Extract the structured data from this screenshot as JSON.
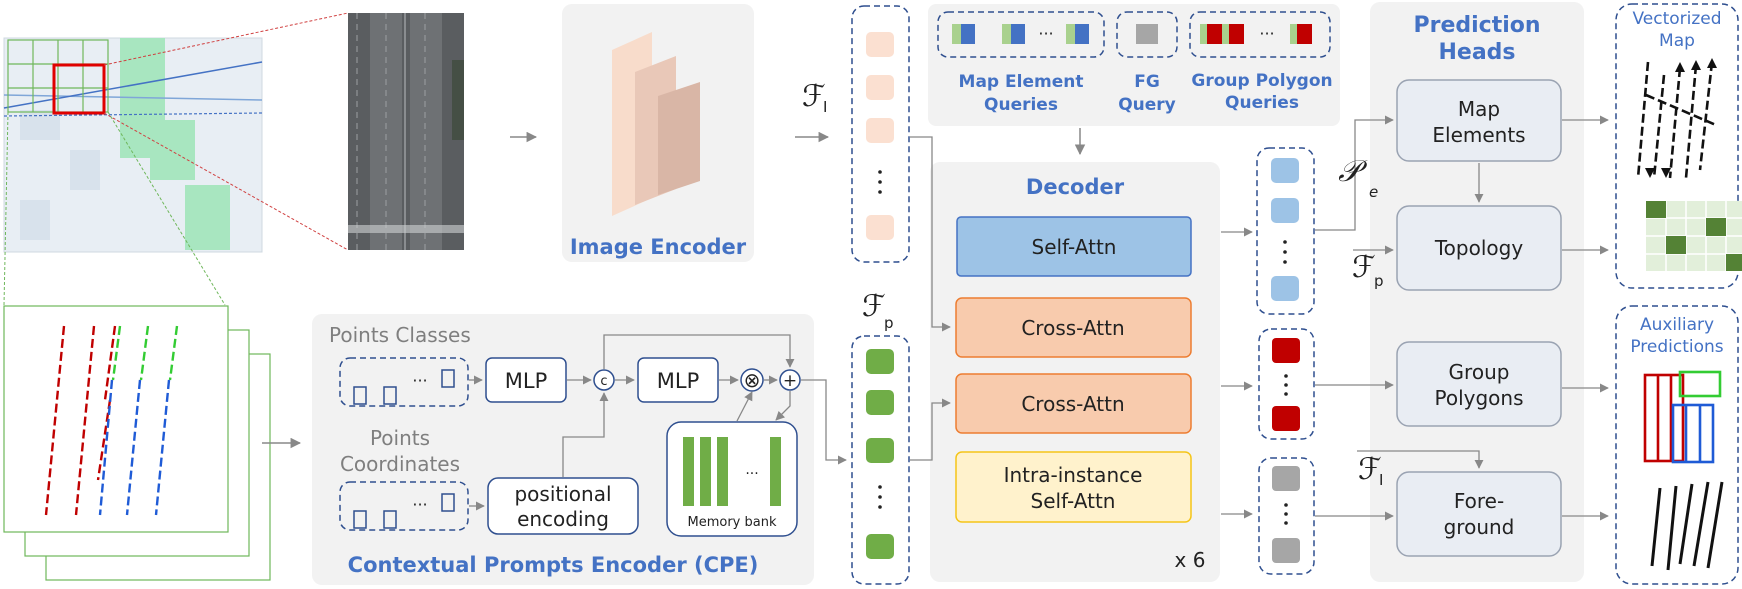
{
  "encoder": {
    "title": "Image Encoder"
  },
  "features": {
    "fi": "ℱ",
    "fi_sub": "I",
    "fp": "ℱ",
    "fp_sub": "p",
    "pe": "𝒫",
    "pe_sub": "e"
  },
  "queries": {
    "map_element": "Map Element",
    "map_element_2": "Queries",
    "fg": "FG",
    "fg_2": "Query",
    "group_polygon": "Group Polygon",
    "group_polygon_2": "Queries",
    "ellipsis": "···"
  },
  "decoder": {
    "title": "Decoder",
    "self_attn": "Self-Attn",
    "cross_attn_1": "Cross-Attn",
    "cross_attn_2": "Cross-Attn",
    "intra_1": "Intra-instance",
    "intra_2": "Self-Attn",
    "repeat": "x 6"
  },
  "heads": {
    "title_1": "Prediction",
    "title_2": "Heads",
    "map_elements_1": "Map",
    "map_elements_2": "Elements",
    "topology": "Topology",
    "group_polygons_1": "Group",
    "group_polygons_2": "Polygons",
    "foreground_1": "Fore-",
    "foreground_2": "ground"
  },
  "outputs": {
    "vectorized_1": "Vectorized",
    "vectorized_2": "Map",
    "auxiliary_1": "Auxiliary",
    "auxiliary_2": "Predictions"
  },
  "cpe": {
    "title": "Contextual Prompts Encoder (CPE)",
    "points_classes": "Points Classes",
    "points_coords_1": "Points",
    "points_coords_2": "Coordinates",
    "mlp_1": "MLP",
    "mlp_2": "MLP",
    "concat": "c",
    "multiply": "⊗",
    "plus": "+",
    "pos_enc_1": "positional",
    "pos_enc_2": "encoding",
    "memory_bank": "Memory bank",
    "ellipsis": "···"
  },
  "colors": {
    "self_attn": "#9dc3e6",
    "cross_attn": "#f8cbad",
    "intra": "#fff2cc",
    "green": "#70ad47",
    "red": "#c00000",
    "grey": "#a6a6a6",
    "accent": "#4472c4"
  }
}
